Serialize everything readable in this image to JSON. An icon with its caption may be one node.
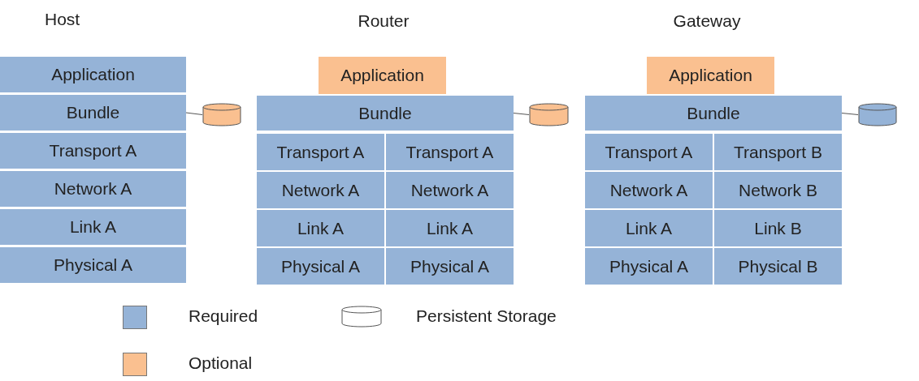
{
  "diagram": {
    "nodes": [
      {
        "text": [
          "Application"
        ]
      },
      {
        "text": [
          "Bundle"
        ]
      },
      {
        "text": [
          "Transport A"
        ]
      },
      {
        "text": [
          "Network A"
        ]
      },
      {
        "text": [
          "Link A"
        ]
      },
      {
        "text": [
          "Physical A"
        ]
      },
      {
        "text": [],
        "shape": "cylinder"
      },
      {
        "text": [
          "Application"
        ]
      },
      {
        "text": [
          "Bundle"
        ]
      },
      {
        "text": [],
        "shape": "cylinder"
      },
      {
        "text": [
          "Transport A"
        ]
      },
      {
        "text": [
          "Transport A"
        ]
      },
      {
        "text": [
          "Network A"
        ]
      },
      {
        "text": [
          "Network A"
        ]
      },
      {
        "text": [
          "Link A"
        ]
      },
      {
        "text": [
          "Link A"
        ]
      },
      {
        "text": [
          "Physical A"
        ]
      },
      {
        "text": [
          "Physical A"
        ]
      },
      {
        "text": [
          "Application"
        ]
      },
      {
        "text": [
          "Bundle"
        ]
      },
      {
        "text": [],
        "shape": "cylinder"
      },
      {
        "text": [
          "Transport A"
        ]
      },
      {
        "text": [
          "Transport B"
        ]
      },
      {
        "text": [
          "Network A"
        ]
      },
      {
        "text": [
          "Network B"
        ]
      },
      {
        "text": [
          "Link A"
        ]
      },
      {
        "text": [
          "Link B"
        ]
      },
      {
        "text": [
          "Physical A"
        ]
      },
      {
        "text": [
          "Physical B"
        ]
      }
    ],
    "edges": [
      {
        "from": 1,
        "to": 6,
        "arrow": "none"
      },
      {
        "from": 8,
        "to": 9,
        "arrow": "none"
      },
      {
        "from": 19,
        "to": 20,
        "arrow": "none"
      }
    ],
    "labels": [
      "Host",
      "Router",
      "Gateway"
    ],
    "legend": [
      {
        "text": "Required",
        "color": "#95b3d7"
      },
      {
        "text": "Persistent Storage"
      },
      {
        "text": "Optional",
        "color": "#fac090"
      }
    ]
  }
}
